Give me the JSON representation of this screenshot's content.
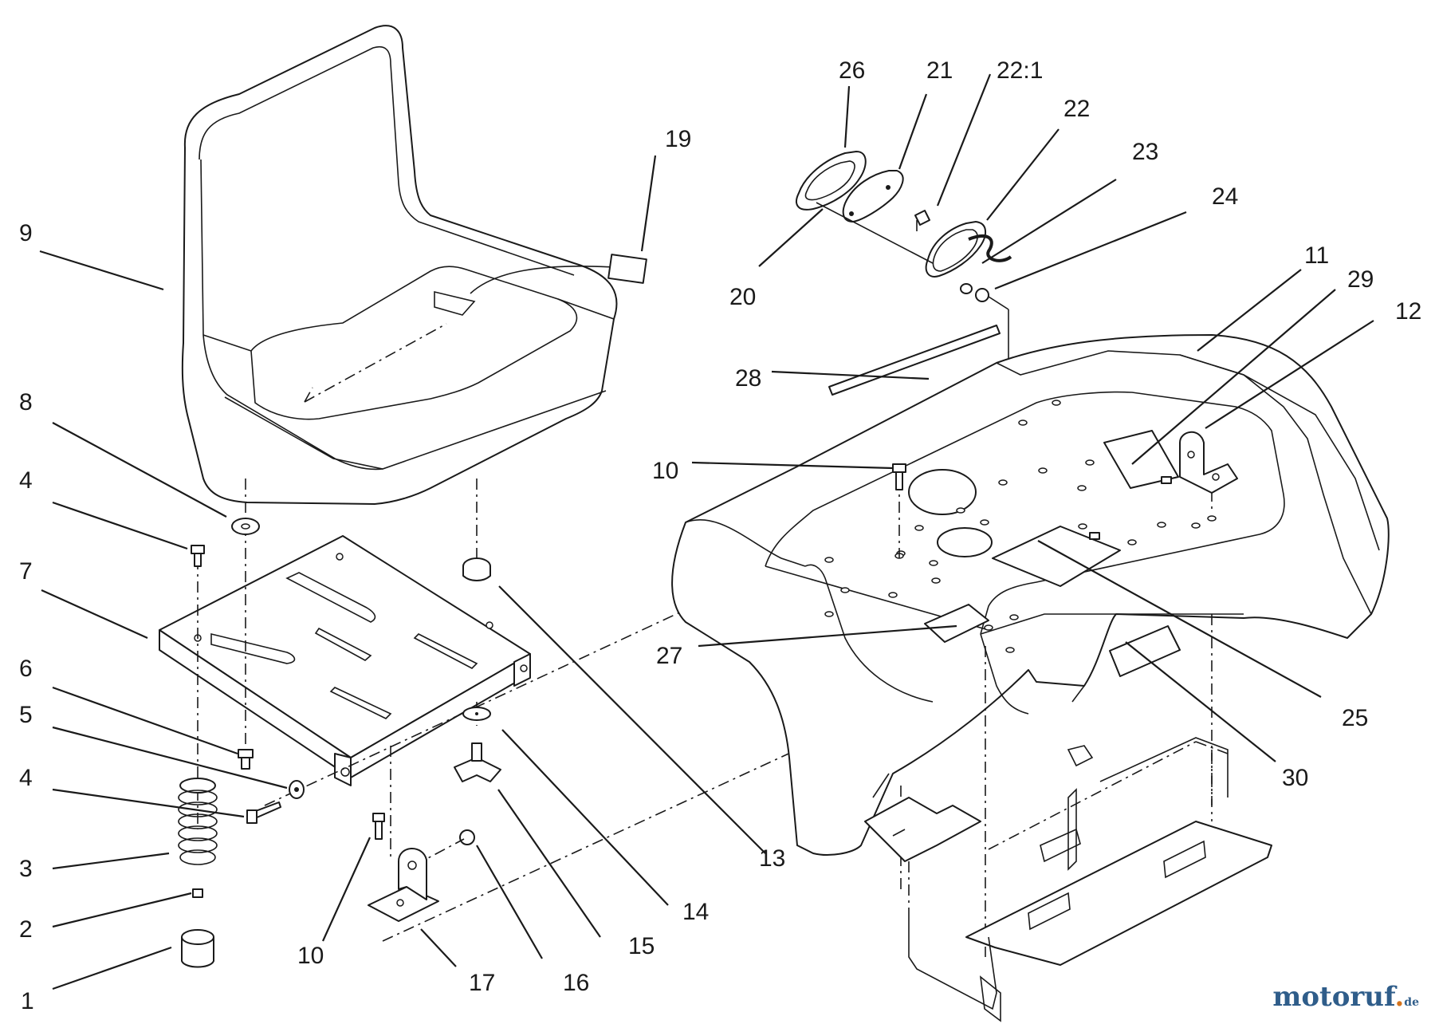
{
  "parts": [
    {
      "id": "p1",
      "label": "1"
    },
    {
      "id": "p2",
      "label": "2"
    },
    {
      "id": "p3",
      "label": "3"
    },
    {
      "id": "p4a",
      "label": "4"
    },
    {
      "id": "p4b",
      "label": "4"
    },
    {
      "id": "p5",
      "label": "5"
    },
    {
      "id": "p6",
      "label": "6"
    },
    {
      "id": "p7",
      "label": "7"
    },
    {
      "id": "p8",
      "label": "8"
    },
    {
      "id": "p9",
      "label": "9"
    },
    {
      "id": "p10a",
      "label": "10"
    },
    {
      "id": "p10b",
      "label": "10"
    },
    {
      "id": "p11",
      "label": "11"
    },
    {
      "id": "p12",
      "label": "12"
    },
    {
      "id": "p13",
      "label": "13"
    },
    {
      "id": "p14",
      "label": "14"
    },
    {
      "id": "p15",
      "label": "15"
    },
    {
      "id": "p16",
      "label": "16"
    },
    {
      "id": "p17",
      "label": "17"
    },
    {
      "id": "p19",
      "label": "19"
    },
    {
      "id": "p20",
      "label": "20"
    },
    {
      "id": "p21",
      "label": "21"
    },
    {
      "id": "p22_1",
      "label": "22:1"
    },
    {
      "id": "p22",
      "label": "22"
    },
    {
      "id": "p23",
      "label": "23"
    },
    {
      "id": "p24",
      "label": "24"
    },
    {
      "id": "p25",
      "label": "25"
    },
    {
      "id": "p26",
      "label": "26"
    },
    {
      "id": "p27",
      "label": "27"
    },
    {
      "id": "p28",
      "label": "28"
    },
    {
      "id": "p29",
      "label": "29"
    },
    {
      "id": "p30",
      "label": "30"
    }
  ],
  "watermark": {
    "main": "motoruf",
    "dot": ".",
    "tld": "de"
  }
}
